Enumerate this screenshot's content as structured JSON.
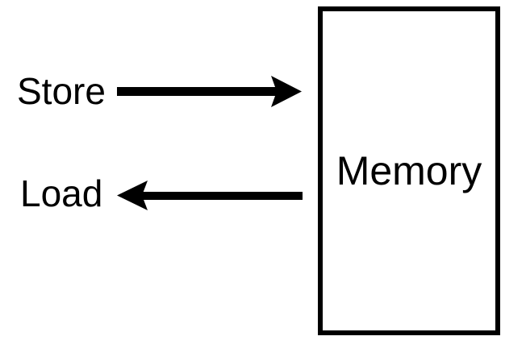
{
  "diagram": {
    "colors": {
      "ink": "#000000",
      "background": "#ffffff"
    },
    "memory_box": {
      "label": "Memory"
    },
    "arrows": {
      "store": {
        "label": "Store",
        "direction": "right-into-memory"
      },
      "load": {
        "label": "Load",
        "direction": "left-out-of-memory"
      }
    }
  }
}
